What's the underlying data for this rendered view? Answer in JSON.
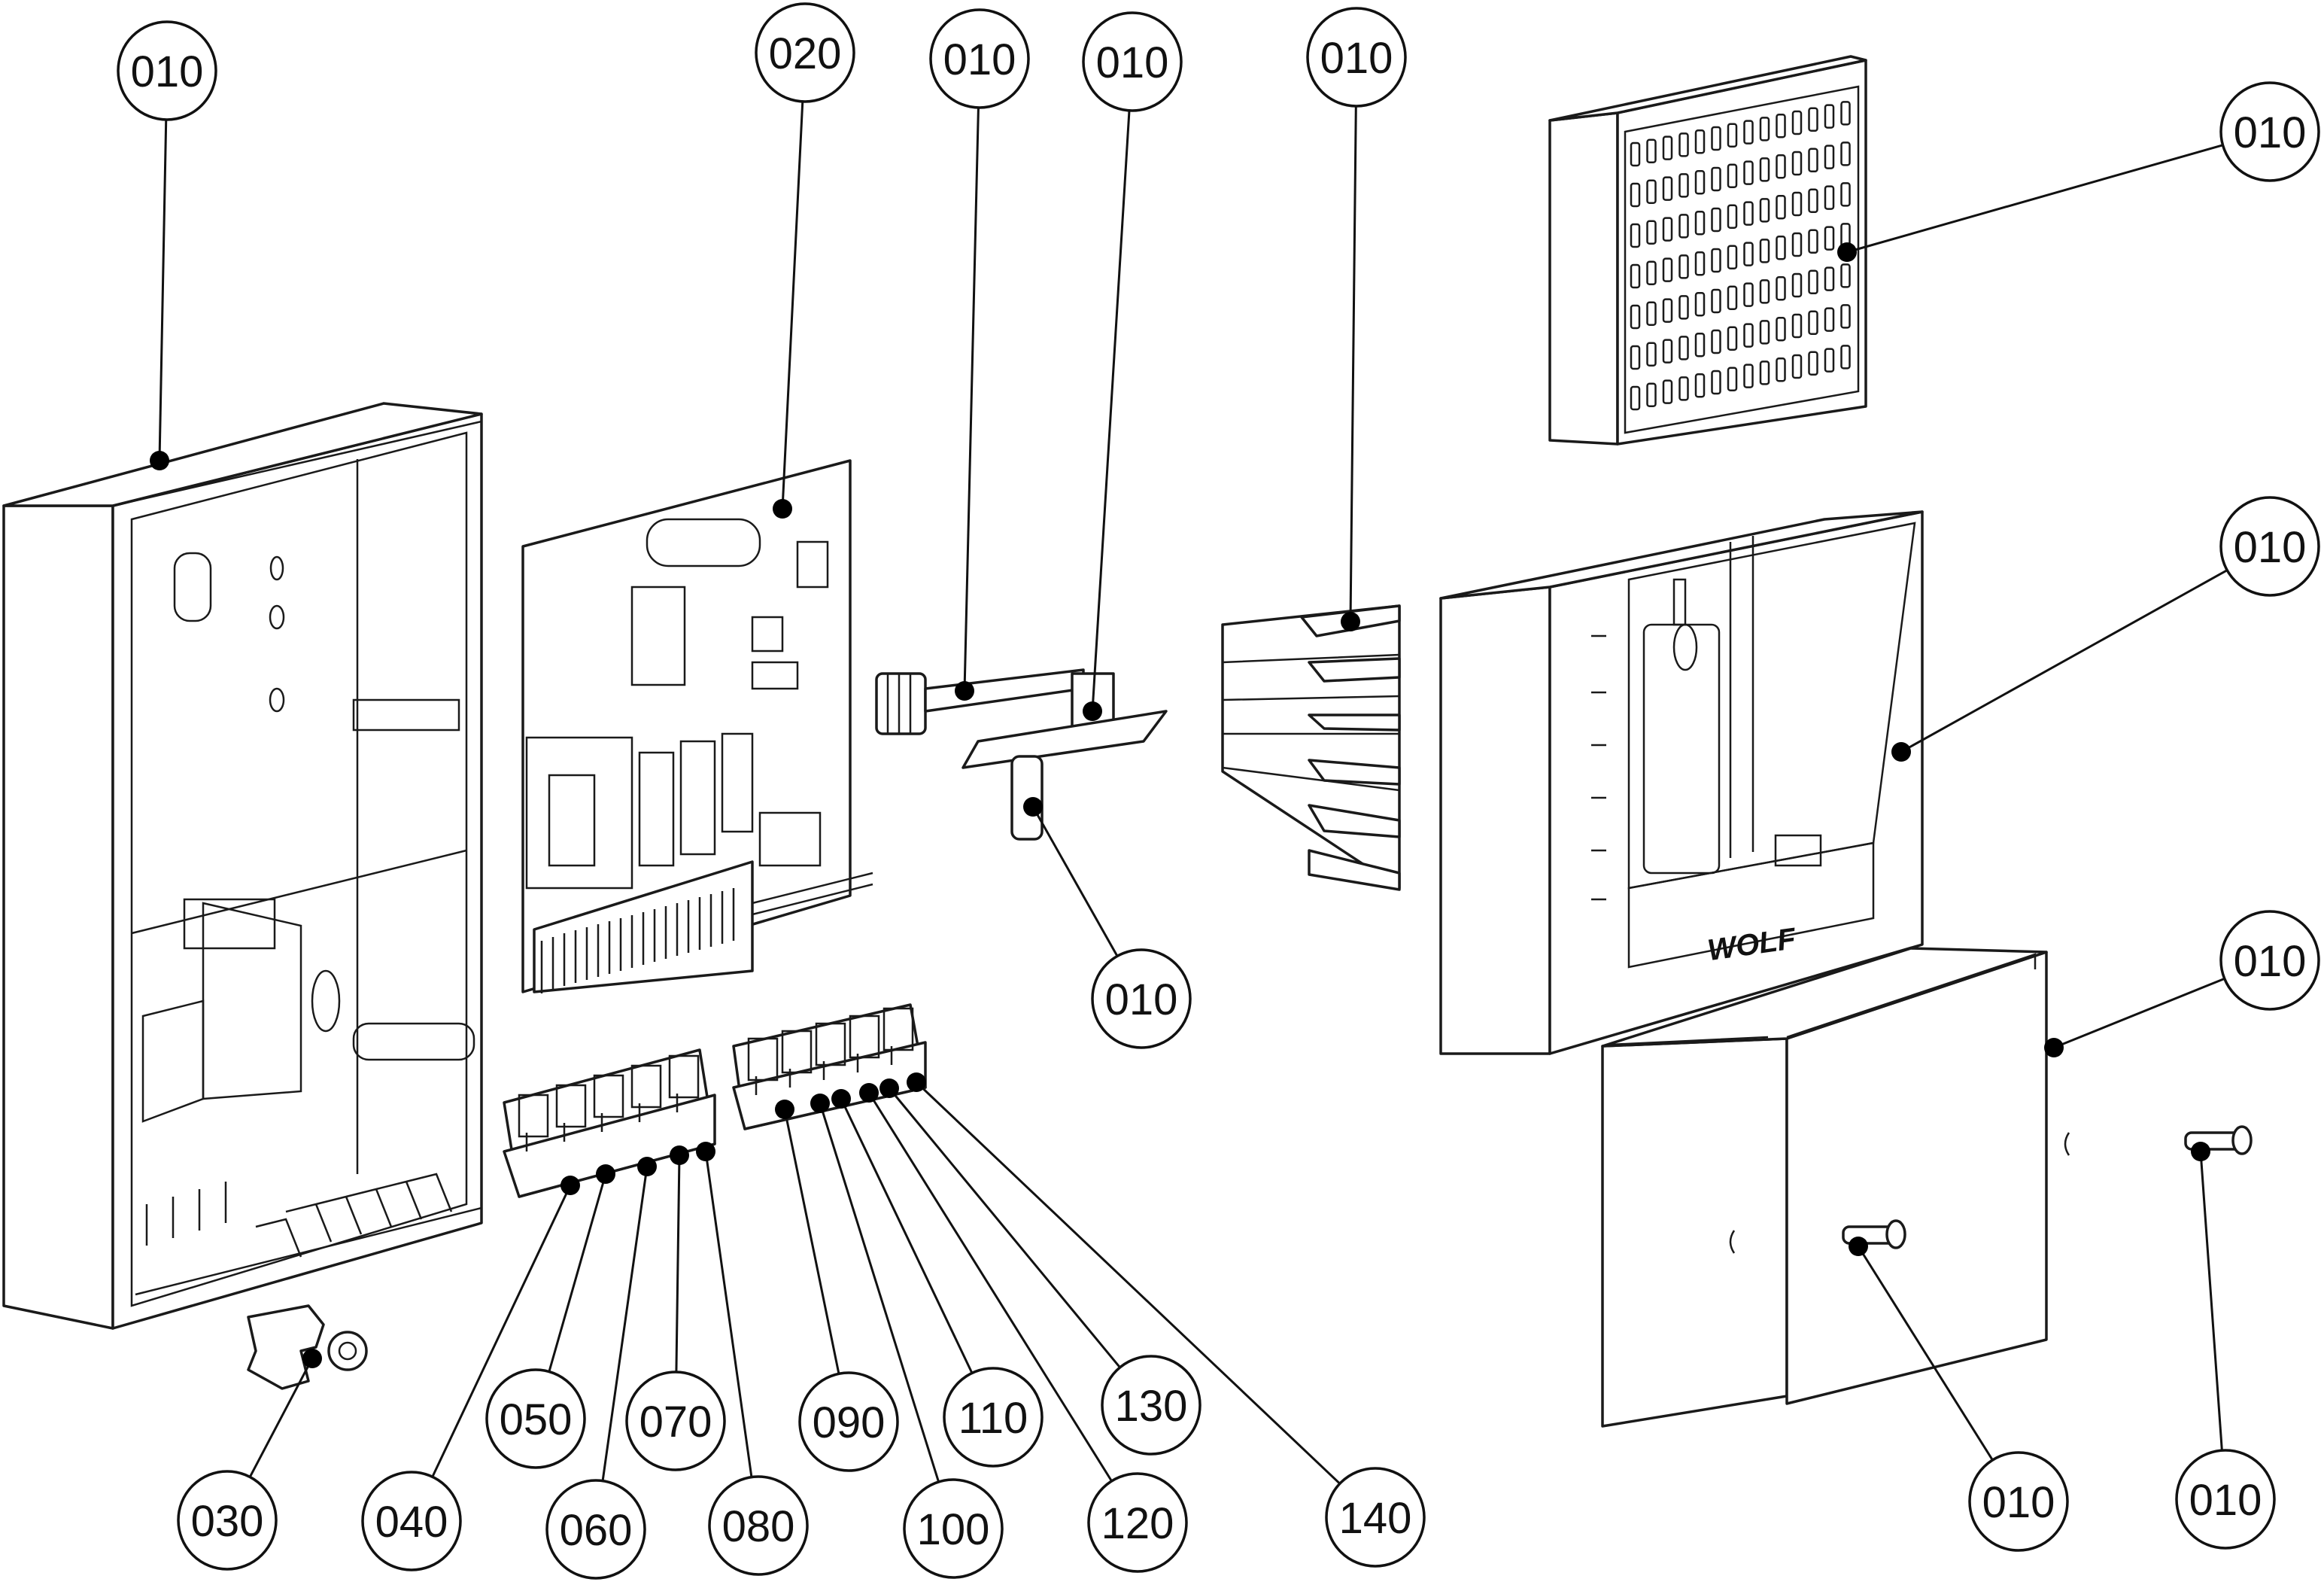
{
  "diagram": {
    "brand_logo": "WOLF",
    "callouts": [
      {
        "id": "c-housing-back",
        "text": "010"
      },
      {
        "id": "c-pcb",
        "text": "020"
      },
      {
        "id": "c-cable-bundle",
        "text": "010"
      },
      {
        "id": "c-sensor-clip",
        "text": "010"
      },
      {
        "id": "c-clip-comb",
        "text": "010"
      },
      {
        "id": "c-grille",
        "text": "010"
      },
      {
        "id": "c-front-housing",
        "text": "010"
      },
      {
        "id": "c-sensor-tube",
        "text": "010"
      },
      {
        "id": "c-bottom-cover",
        "text": "010"
      },
      {
        "id": "c-cover-screw",
        "text": "010"
      },
      {
        "id": "c-loose-screw",
        "text": "010"
      },
      {
        "id": "c-cable-clamp",
        "text": "030"
      },
      {
        "id": "c-terminal-040",
        "text": "040"
      },
      {
        "id": "c-terminal-050",
        "text": "050"
      },
      {
        "id": "c-terminal-060",
        "text": "060"
      },
      {
        "id": "c-terminal-070",
        "text": "070"
      },
      {
        "id": "c-terminal-080",
        "text": "080"
      },
      {
        "id": "c-terminal-090",
        "text": "090"
      },
      {
        "id": "c-terminal-100",
        "text": "100"
      },
      {
        "id": "c-terminal-110",
        "text": "110"
      },
      {
        "id": "c-terminal-120",
        "text": "120"
      },
      {
        "id": "c-terminal-130",
        "text": "130"
      },
      {
        "id": "c-terminal-140",
        "text": "140"
      }
    ]
  }
}
